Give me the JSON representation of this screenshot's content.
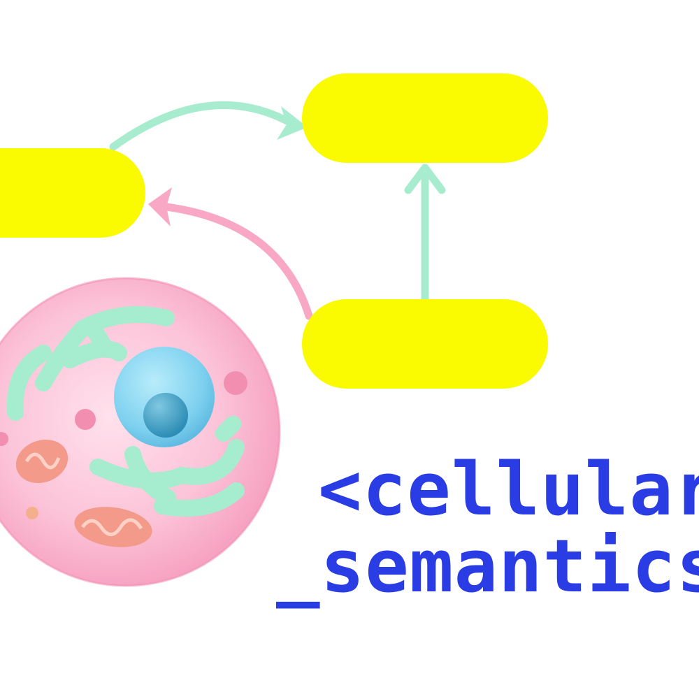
{
  "logo": {
    "text_line_1": "<cellular",
    "text_line_2": "_semantics",
    "text_color": "#2a3de4"
  },
  "diagram": {
    "node_color": "#fafa00",
    "nodes": [
      {
        "id": "left-node",
        "label": ""
      },
      {
        "id": "top-right-node",
        "label": ""
      },
      {
        "id": "bottom-right-node",
        "label": ""
      }
    ],
    "edges": [
      {
        "from": "left-node",
        "to": "top-right-node",
        "color": "#a8ecd0"
      },
      {
        "from": "bottom-right-node",
        "to": "top-right-node",
        "color": "#a8ecd0"
      },
      {
        "from": "bottom-right-node",
        "to": "left-node",
        "color": "#f8a8c4"
      }
    ]
  },
  "illustration": {
    "icon": "animal-cell-icon",
    "membrane_color": "#f7a9c8",
    "nucleus_color": "#7dd0ef",
    "organelle_color": "#a6ecce",
    "mitochondria_color": "#f49a8a"
  }
}
